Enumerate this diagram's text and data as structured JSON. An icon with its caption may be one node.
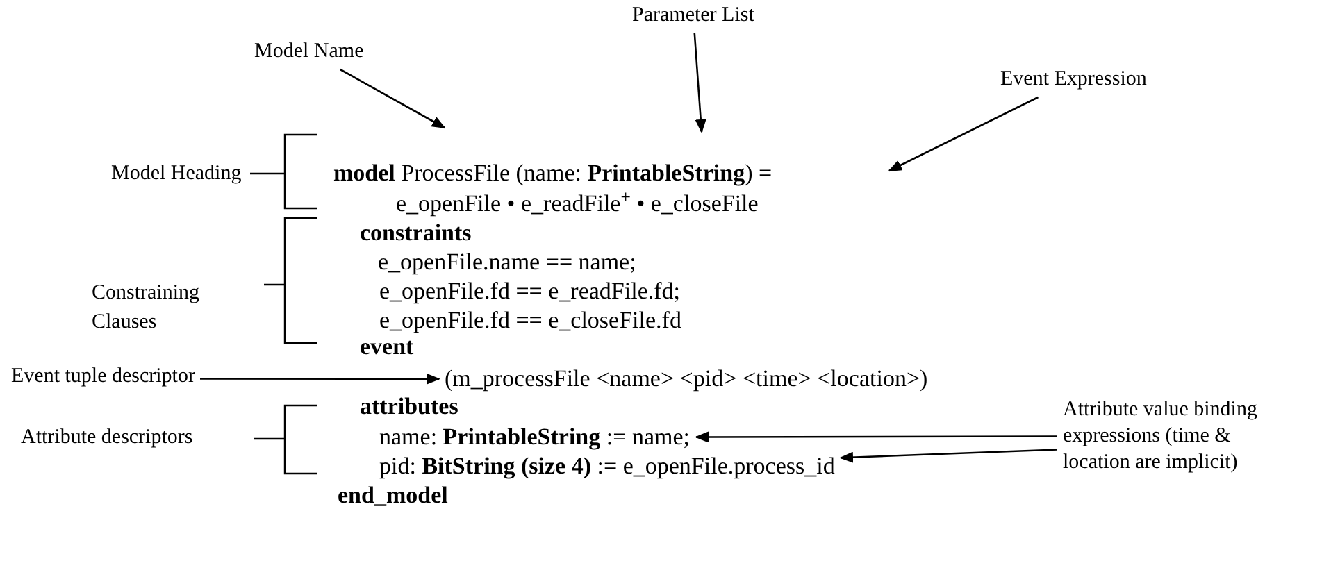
{
  "diagram": {
    "nodes": [
      {
        "text": [
          "Parameter List"
        ]
      },
      {
        "text": [
          "Model Name"
        ]
      },
      {
        "text": [
          "Event Expression"
        ]
      },
      {
        "text": [
          "Event tuple descriptor"
        ]
      },
      {
        "text": [
          "(m_processFile <name> <pid> <time> <location>)"
        ]
      },
      {
        "text": [
          "Attribute value binding expressions (time & location are implicit)"
        ]
      },
      {
        "text": [
          "name: **PrintableString** := name;"
        ]
      },
      {
        "text": [
          "pid: **BitString (size 4)** := e_openFile.process_id"
        ]
      }
    ],
    "edges": [
      {
        "from": 1,
        "to": null,
        "arrow": "to"
      },
      {
        "from": 0,
        "to": null,
        "arrow": "to"
      },
      {
        "from": 2,
        "to": null,
        "arrow": "to"
      },
      {
        "from": 3,
        "to": 4,
        "arrow": "to"
      },
      {
        "from": 5,
        "to": 6,
        "arrow": "to"
      },
      {
        "from": 5,
        "to": 7,
        "arrow": "to"
      }
    ],
    "labels": [
      "Model Heading",
      "**model** ProcessFile (name: **PrintableString**) =",
      "e_openFile • e_readFile$^{+}$ • e_closeFile",
      "constraints",
      "Constraining Clauses",
      "e_openFile.name == name;",
      "e_openFile.fd == e_readFile.fd;",
      "e_openFile.fd == e_closeFile.fd",
      "event",
      "attributes",
      "Attribute descriptors",
      "end_model"
    ]
  }
}
